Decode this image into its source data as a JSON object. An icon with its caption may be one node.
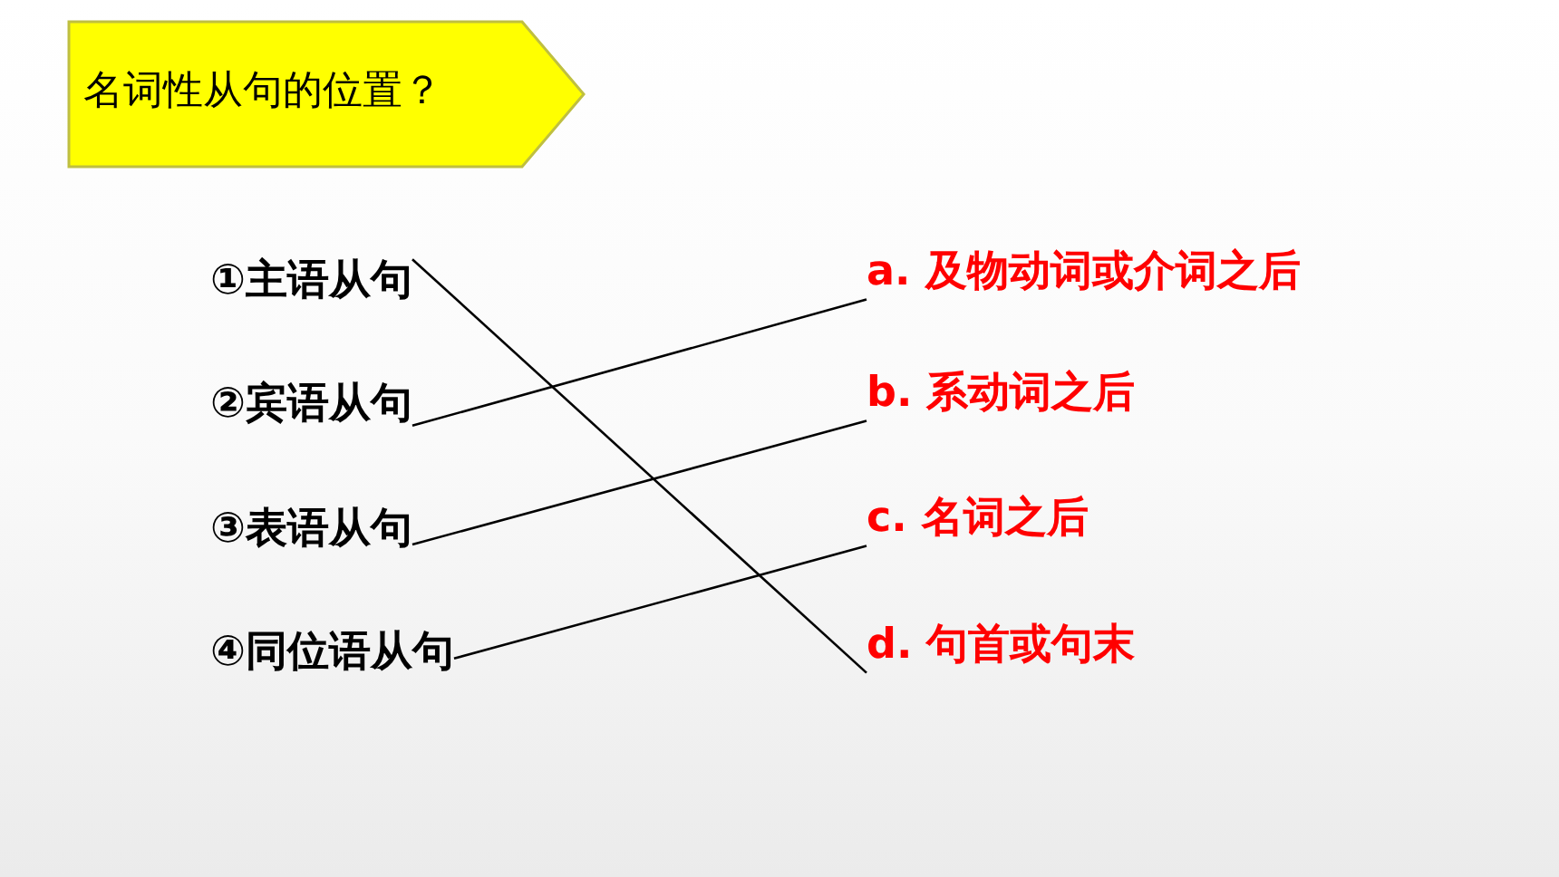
{
  "diagram": {
    "title": "名词性从句的位置？",
    "nodes": [
      {
        "text": [
          "①主语从句"
        ]
      },
      {
        "text": [
          "②宾语从句"
        ]
      },
      {
        "text": [
          "③表语从句"
        ]
      },
      {
        "text": [
          "④同位语从句"
        ]
      },
      {
        "text": [
          "a. 及物动词或介词之后"
        ]
      },
      {
        "text": [
          "b. 系动词之后"
        ]
      },
      {
        "text": [
          "c. 名词之后"
        ]
      },
      {
        "text": [
          "d. 句首或句末"
        ]
      }
    ],
    "edges": [
      {
        "from": 0,
        "to": 7,
        "arrow": "none"
      },
      {
        "from": 1,
        "to": 4,
        "arrow": "none"
      },
      {
        "from": 2,
        "to": 5,
        "arrow": "none"
      },
      {
        "from": 3,
        "to": 6,
        "arrow": "none"
      }
    ]
  }
}
